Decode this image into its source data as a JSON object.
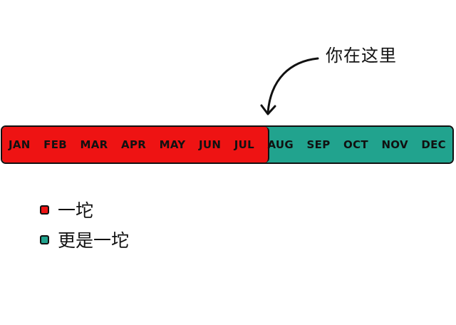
{
  "annotation": {
    "text": "你在这里"
  },
  "timeline": {
    "months": [
      "JAN",
      "FEB",
      "MAR",
      "APR",
      "MAY",
      "JUN",
      "JUL",
      "AUG",
      "SEP",
      "OCT",
      "NOV",
      "DEC"
    ],
    "progress_fraction": 0.59,
    "colors": {
      "progress": "#ee1313",
      "remaining": "#21a38e",
      "outline": "#111111"
    }
  },
  "legend": {
    "items": [
      {
        "label": "一坨",
        "color": "#ee1313"
      },
      {
        "label": "更是一坨",
        "color": "#21a38e"
      }
    ]
  }
}
